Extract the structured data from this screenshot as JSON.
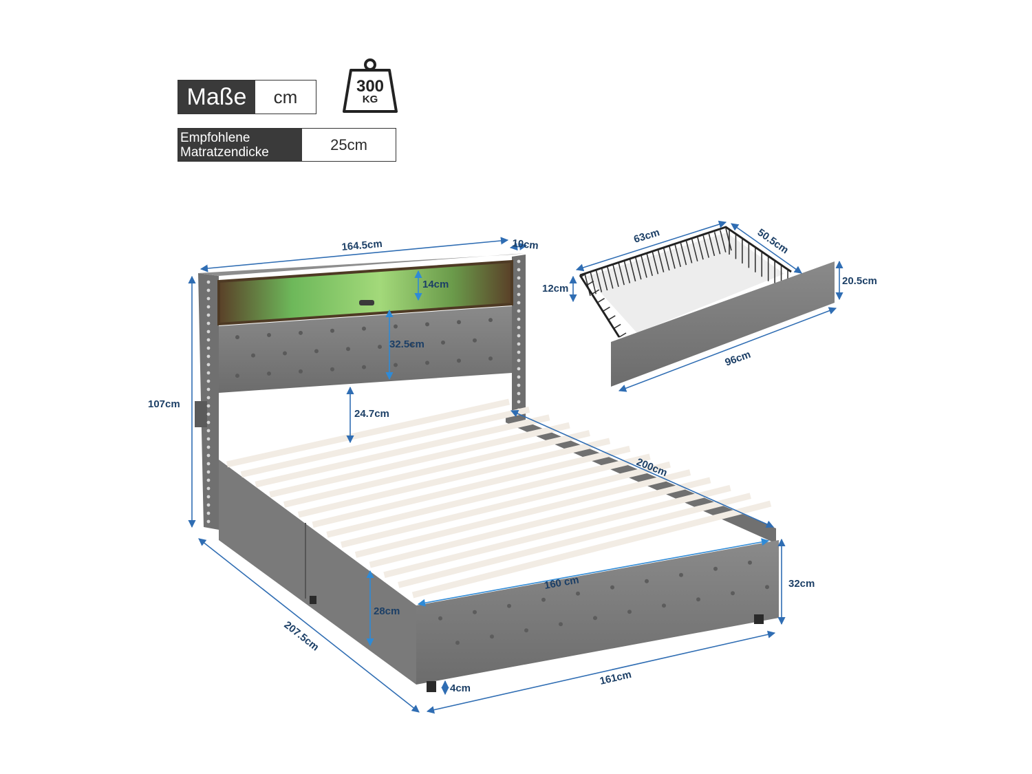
{
  "legend": {
    "units_label": "Maße",
    "units_value": "cm",
    "mattress_label_line1": "Empfohlene",
    "mattress_label_line2": "Matratzendicke",
    "mattress_value": "25cm",
    "weight_value": "300",
    "weight_unit": "KG"
  },
  "bed_dimensions": {
    "headboard_width": "164.5cm",
    "headboard_depth": "10cm",
    "total_height": "107cm",
    "shelf_height": "14cm",
    "cushion_height": "32.5cm",
    "gap_height": "24.7cm",
    "length": "200cm",
    "total_length": "207.5cm",
    "inner_width": "160 cm",
    "outer_width": "161cm",
    "frame_height": "32cm",
    "side_height": "28cm",
    "leg_height": "4cm"
  },
  "drawer_dimensions": {
    "width": "63cm",
    "depth": "50.5cm",
    "height": "12cm",
    "front_height": "20.5cm",
    "front_width": "96cm"
  },
  "colors": {
    "upholstery": "#7b7b7b",
    "slats": "#f2ece4",
    "led_glow": "#7fd36a",
    "wood": "#7a5a3a",
    "dimension_text": "#1c3f66",
    "dimension_arrow": "#2f6db3"
  }
}
